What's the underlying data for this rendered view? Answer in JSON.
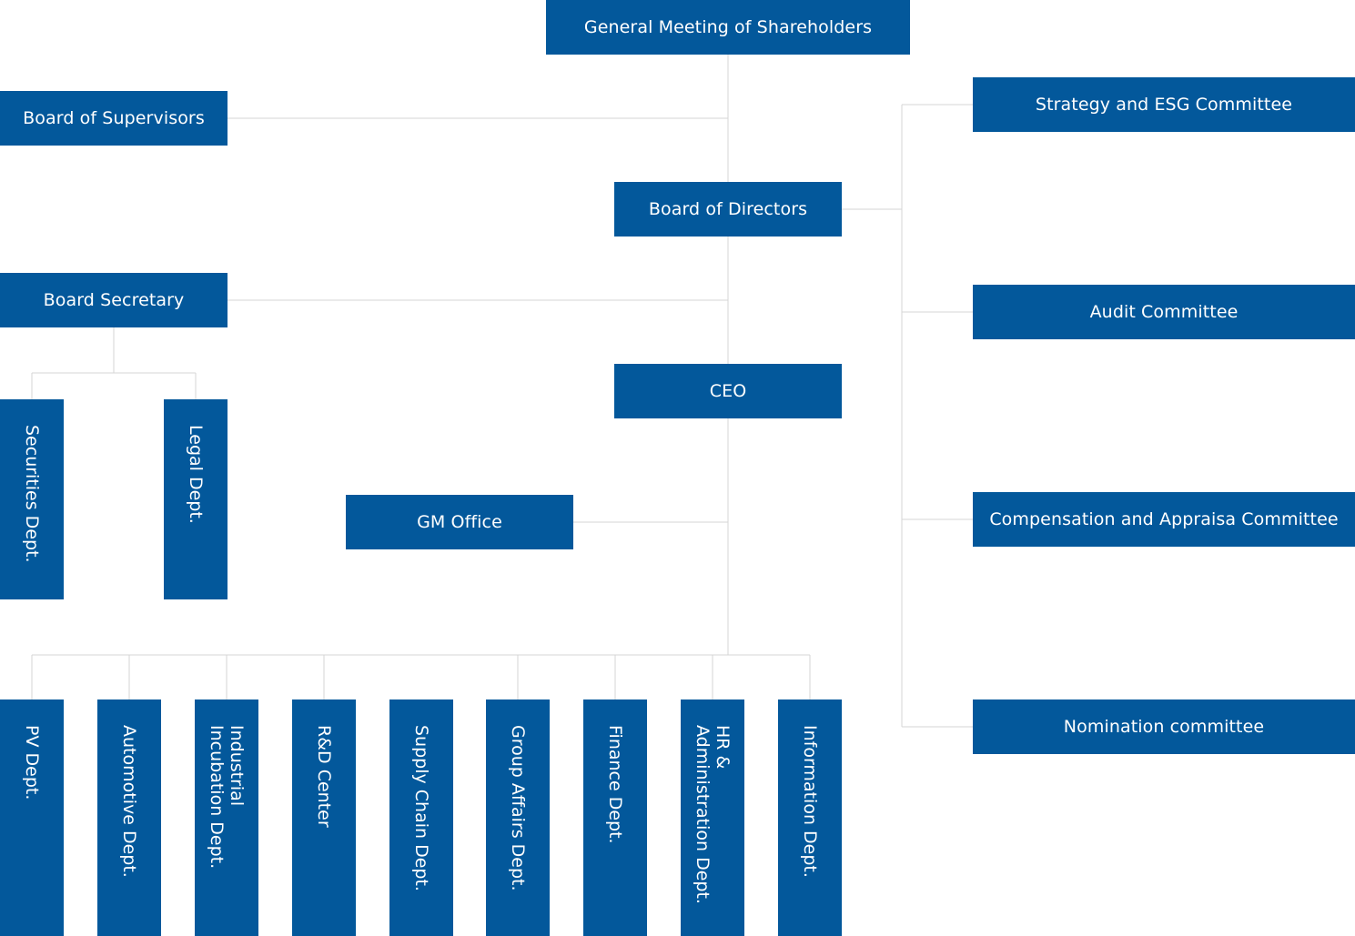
{
  "colors": {
    "box": "#03589b",
    "text": "#ffffff",
    "connector": "#d6d6d6",
    "background": "#ffffff"
  },
  "top": {
    "shareholders": "General Meeting of Shareholders",
    "supervisors": "Board of Supervisors",
    "directors": "Board of Directors",
    "secretary": "Board Secretary",
    "ceo": "CEO",
    "gm_office": "GM Office"
  },
  "secretary_depts": [
    "Securities Dept.",
    "Legal Dept."
  ],
  "committees": [
    "Strategy and ESG Committee",
    "Audit Committee",
    "Compensation and Appraisa Committee",
    "Nomination committee"
  ],
  "departments": [
    "PV Dept.",
    "Automotive Dept.",
    "Industrial\nIncubation Dept.",
    "R&D Center",
    "Supply Chain Dept.",
    "Group Affairs Dept.",
    "Finance Dept.",
    "HR &\nAdministration Dept.",
    "Information Dept."
  ]
}
